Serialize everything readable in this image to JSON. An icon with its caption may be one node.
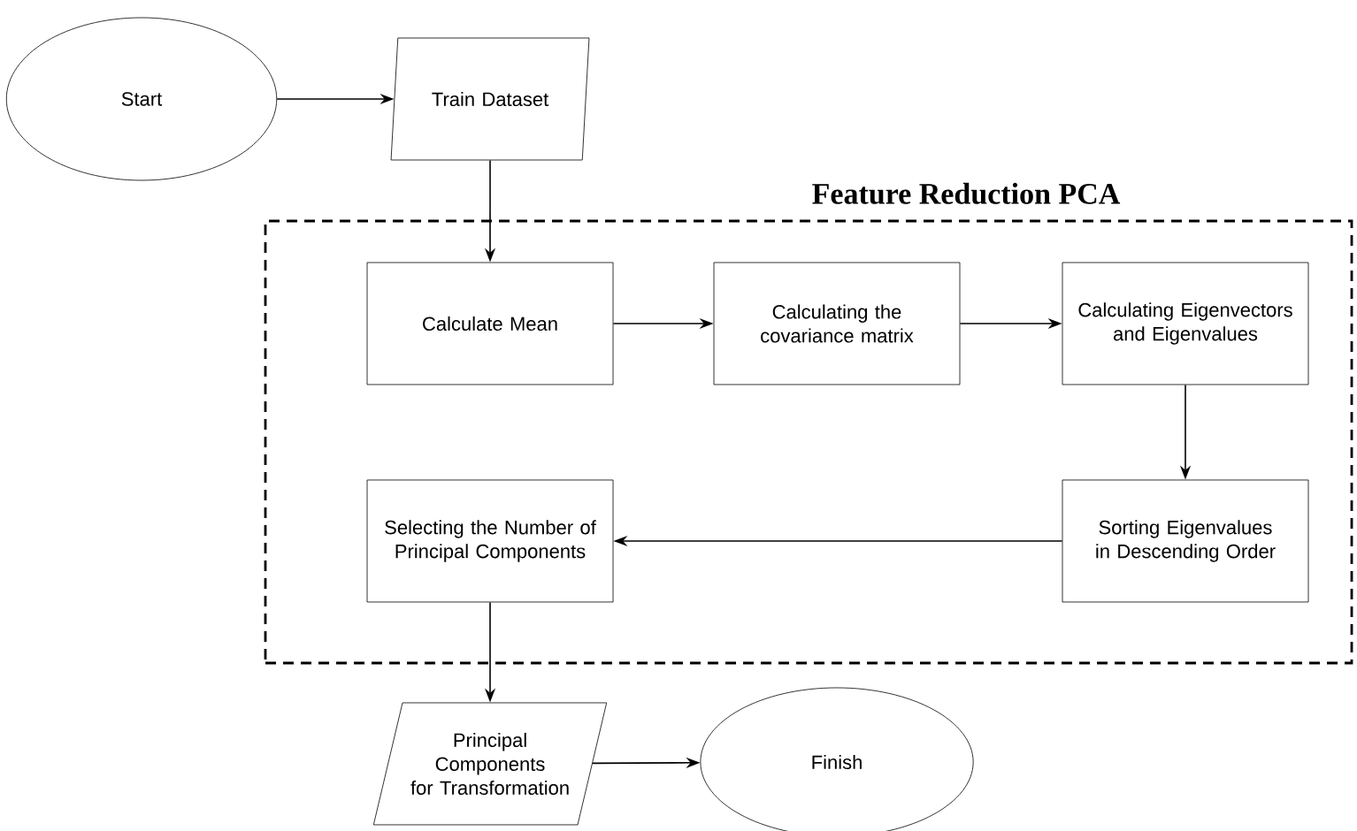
{
  "diagram": {
    "nodes": [
      {
        "text": [
          "Start"
        ]
      },
      {
        "text": [
          "Train Dataset"
        ]
      },
      {
        "text": [
          "Feature Reduction PCA"
        ]
      },
      {
        "text": [
          "Calculate Mean"
        ],
        "in": 2
      },
      {
        "text": [
          "Calculating the covariance matrix"
        ],
        "in": 2
      },
      {
        "text": [
          "Calculating Eigenvectors and Eigenvalues"
        ],
        "in": 2
      },
      {
        "text": [
          "Sorting Eigenvalues in Descending Order"
        ],
        "in": 2
      },
      {
        "text": [
          "Selecting the Number of Principal Components"
        ],
        "in": 2
      },
      {
        "text": [
          "Principal Components for Transformation"
        ]
      },
      {
        "text": [
          "Finish"
        ]
      }
    ],
    "edges": [
      {
        "from": 0,
        "to": 1,
        "arrow": "to"
      },
      {
        "from": 1,
        "to": 3,
        "arrow": "to"
      },
      {
        "from": 3,
        "to": 4,
        "arrow": "to"
      },
      {
        "from": 4,
        "to": 5,
        "arrow": "to"
      },
      {
        "from": 5,
        "to": 6,
        "arrow": "to"
      },
      {
        "from": 6,
        "to": 7,
        "arrow": "to"
      },
      {
        "from": 7,
        "to": 8,
        "arrow": "to"
      },
      {
        "from": 8,
        "to": 9,
        "arrow": "to"
      }
    ]
  }
}
